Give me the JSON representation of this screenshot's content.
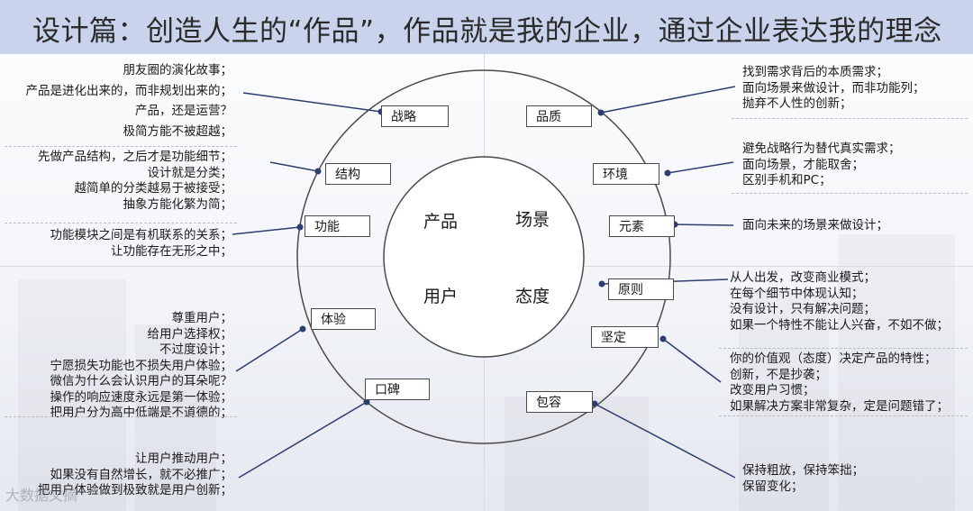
{
  "title": "设计篇：创造人生的“作品”，作品就是我的企业，通过企业表达我的理念",
  "center": {
    "top_left": "产品",
    "top_right": "场景",
    "bottom_left": "用户",
    "bottom_right": "态度"
  },
  "nodes": {
    "zhanlue": "战略",
    "jiegou": "结构",
    "gongneng": "功能",
    "tiyan": "体验",
    "koubei": "口碑",
    "pinzhi": "品质",
    "huanjing": "环境",
    "yuansu": "元素",
    "yuanze": "原则",
    "jianding": "坚定",
    "baorong": "包容"
  },
  "notes": {
    "zhanlue": [
      "朋友圈的演化故事；",
      "产品是进化出来的，而非规划出来的；",
      "产品，还是运营？",
      "极简方能不被超越；"
    ],
    "jiegou": [
      "先做产品结构，之后才是功能细节；",
      "设计就是分类；",
      "越简单的分类越易于被接受；",
      "抽象方能化繁为简；"
    ],
    "gongneng": [
      "功能模块之间是有机联系的关系；",
      "让功能存在无形之中；"
    ],
    "tiyan": [
      "尊重用户；",
      "给用户选择权；",
      "不过度设计；",
      "宁愿损失功能也不损失用户体验；",
      "微信为什么会认识用户的耳朵呢？",
      "操作的响应速度永远是第一体验；",
      "把用户分为高中低端是不道德的；"
    ],
    "koubei": [
      "让用户推动用户；",
      "如果没有自然增长，就不必推广；",
      "把用户体验做到极致就是用户创新；"
    ],
    "pinzhi": [
      "找到需求背后的本质需求；",
      "面向场景来做设计，而非功能列；",
      "抛弃不人性的创新；"
    ],
    "huanjing": [
      "避免战略行为替代真实需求；",
      "面向场景，才能取舍；",
      "区别手机和PC；"
    ],
    "yuansu": [
      "面向未来的场景来做设计；"
    ],
    "yuanze": [
      "从人出发，改变商业模式；",
      "在每个细节中体现认知；",
      "没有设计，只有解决问题；",
      "如果一个特性不能让人兴奋，不如不做；"
    ],
    "jianding": [
      "你的价值观（态度）决定产品的特性；",
      "创新，不是抄袭；",
      "改变用户习惯；",
      "如果解决方案非常复杂，定是问题错了；"
    ],
    "baorong": [
      "保持粗放，保持笨拙；",
      "保留变化；"
    ]
  },
  "watermark": "大数据文摘"
}
